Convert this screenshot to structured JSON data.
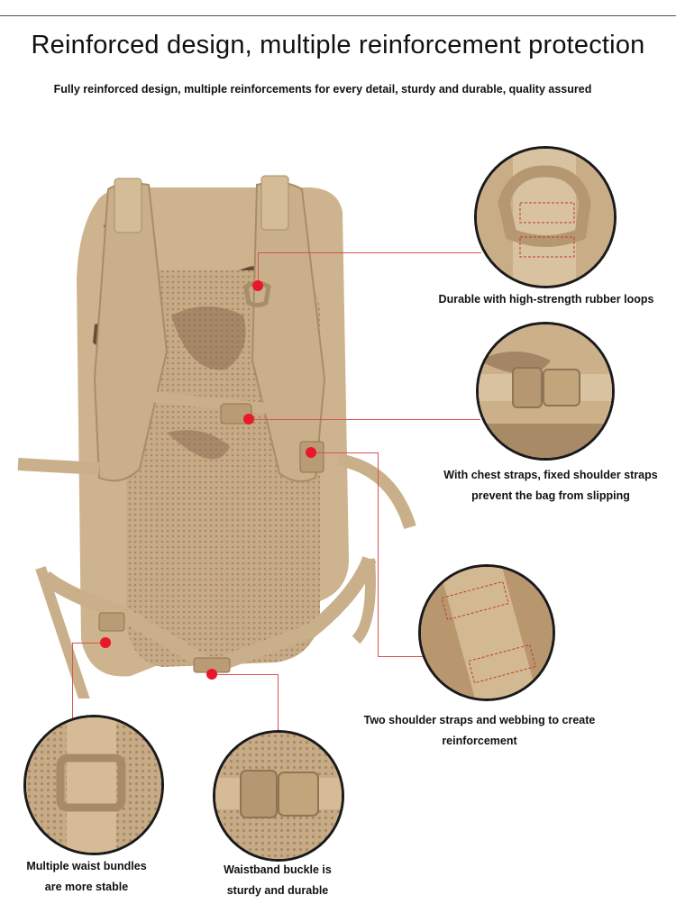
{
  "header": {
    "title": "Reinforced design, multiple reinforcement protection",
    "subtitle": "Fully reinforced design, multiple reinforcements for every detail, sturdy and durable, quality assured"
  },
  "callouts": {
    "rubber_loops": "Durable with high-strength rubber loops",
    "chest_straps_line1": "With chest straps, fixed shoulder straps",
    "chest_straps_line2": "prevent the bag from slipping",
    "shoulder_webbing_line1": "Two shoulder straps and webbing to create",
    "shoulder_webbing_line2": "reinforcement",
    "waist_bundles_line1": "Multiple waist bundles",
    "waist_bundles_line2": "are more stable",
    "waist_buckle_line1": "Waistband buckle is",
    "waist_buckle_line2": "sturdy and durable"
  },
  "colors": {
    "marker": "#e8182a",
    "leader": "#d9534f",
    "strap": "#c9b08a",
    "camo_light": "#d8c29f",
    "camo_mid": "#b08d67",
    "camo_dark": "#6b4a36"
  }
}
